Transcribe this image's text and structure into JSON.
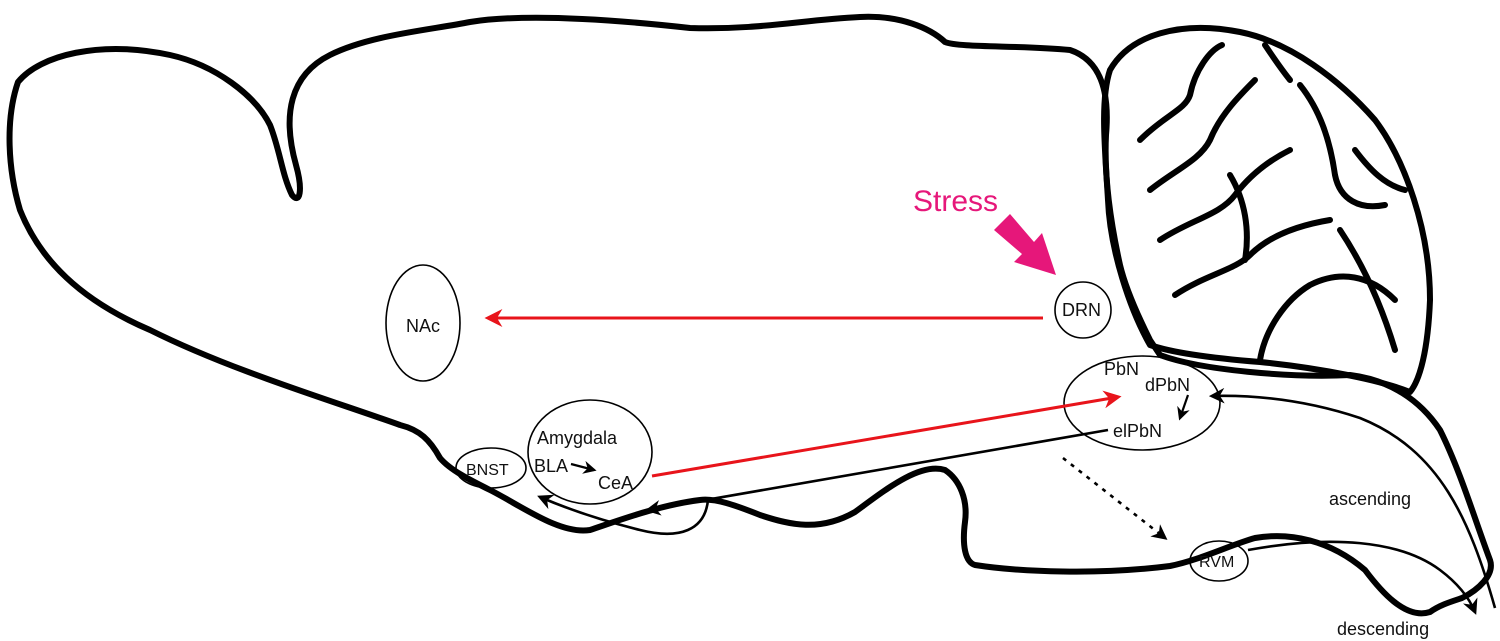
{
  "diagram": {
    "stress_label": "Stress",
    "regions": {
      "nac": "NAc",
      "drn": "DRN",
      "amygdala": "Amygdala",
      "bla": "BLA",
      "cea": "CeA",
      "bnst": "BNST",
      "pbn": "PbN",
      "dpbn": "dPbN",
      "elpbn": "elPbN",
      "rvm": "RVM"
    },
    "pathway_labels": {
      "ascending": "ascending",
      "descending": "descending"
    },
    "colors": {
      "outline": "#000000",
      "red_projection": "#e8141b",
      "stress": "#e6177a",
      "background": "#ffffff"
    }
  }
}
